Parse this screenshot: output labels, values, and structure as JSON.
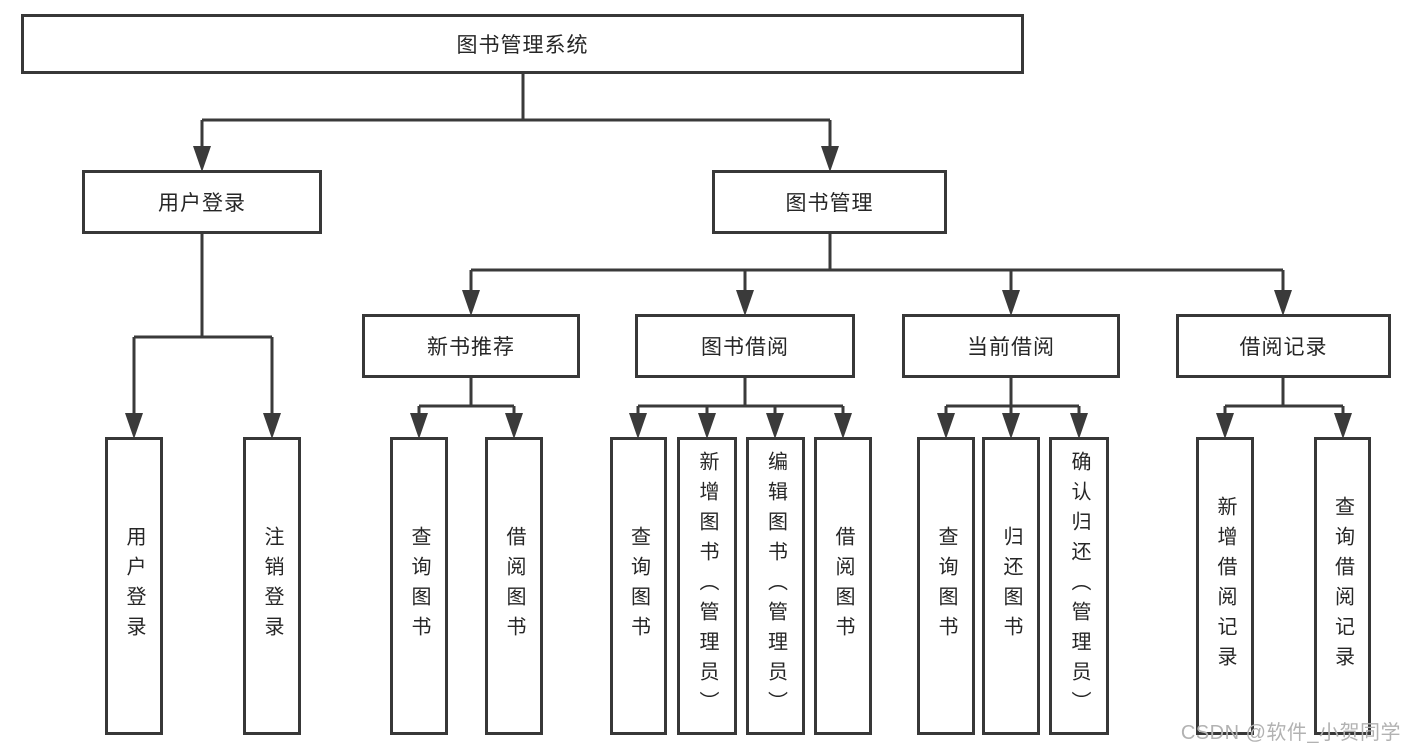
{
  "colors": {
    "line": "#3a3a3a",
    "box_border": "#383838",
    "text": "#262626",
    "watermark": "#b2b2b2",
    "background": "#ffffff"
  },
  "tree": {
    "root": {
      "label": "图书管理系统",
      "children": [
        {
          "label": "用户登录",
          "children": [
            {
              "label": "用户登录"
            },
            {
              "label": "注销登录"
            }
          ]
        },
        {
          "label": "图书管理",
          "children": [
            {
              "label": "新书推荐",
              "children": [
                {
                  "label": "查询图书"
                },
                {
                  "label": "借阅图书"
                }
              ]
            },
            {
              "label": "图书借阅",
              "children": [
                {
                  "label": "查询图书"
                },
                {
                  "label": "新增图书（管理员）"
                },
                {
                  "label": "编辑图书（管理员）"
                },
                {
                  "label": "借阅图书"
                }
              ]
            },
            {
              "label": "当前借阅",
              "children": [
                {
                  "label": "查询图书"
                },
                {
                  "label": "归还图书"
                },
                {
                  "label": "确认归还（管理员）"
                }
              ]
            },
            {
              "label": "借阅记录",
              "children": [
                {
                  "label": "新增借阅记录"
                },
                {
                  "label": "查询借阅记录"
                }
              ]
            }
          ]
        }
      ]
    }
  },
  "watermark": {
    "text": "CSDN @软件_小贺同学"
  }
}
